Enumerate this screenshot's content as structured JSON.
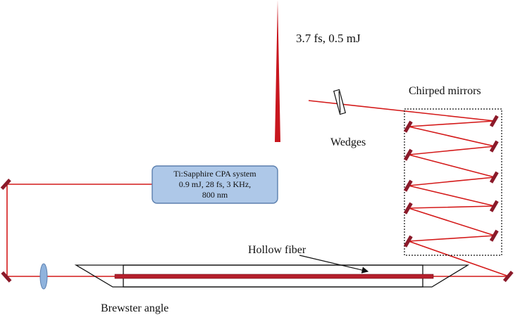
{
  "labels": {
    "pulse_output": "3.7 fs, 0.5 mJ",
    "chirped_mirrors": "Chirped mirrors",
    "wedges": "Wedges",
    "laser_line1": "Ti:Sapphire CPA system",
    "laser_line2": "0.9 mJ, 28 fs, 3 KHz,",
    "laser_line3": "800 nm",
    "hollow_fiber": "Hollow fiber",
    "brewster_angle": "Brewster angle"
  },
  "colors": {
    "beam": "#d41a1a",
    "mirror": "#8b1a2a",
    "box_fill": "#aec8e8",
    "box_stroke": "#5b7fae",
    "lens": "#8fb3dd",
    "line": "#111111",
    "pulse": "#c8161e"
  }
}
